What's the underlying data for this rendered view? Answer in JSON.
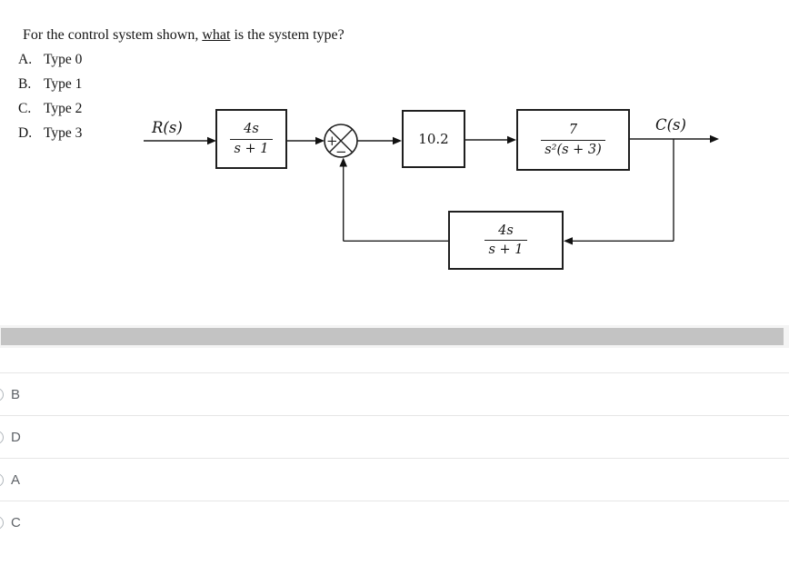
{
  "question": {
    "text_before": "For the control system shown, ",
    "text_underlined": "what",
    "text_after": " is the system type?",
    "choices": [
      {
        "letter": "A.",
        "label": "Type 0"
      },
      {
        "letter": "B.",
        "label": "Type 1"
      },
      {
        "letter": "C.",
        "label": "Type 2"
      },
      {
        "letter": "D.",
        "label": "Type 3"
      }
    ]
  },
  "diagram": {
    "input_label": "R(s)",
    "output_label": "C(s)",
    "prefilter_block": {
      "numerator": "4s",
      "denominator": "s + 1"
    },
    "gain_block_label": "10.2",
    "plant_block": {
      "numerator": "7",
      "denominator": "s²(s + 3)"
    },
    "feedback_block": {
      "numerator": "4s",
      "denominator": "s + 1"
    },
    "summing_junction": {
      "left_sign": "+",
      "bottom_sign": "−"
    }
  },
  "answer_panel": {
    "options": [
      {
        "label": "B"
      },
      {
        "label": "D"
      },
      {
        "label": "A"
      },
      {
        "label": "C"
      }
    ]
  },
  "colors": {
    "diagram_line": "#1f1f1f",
    "scrollbar_thumb": "#c3c3c3",
    "answer_text": "#5f6368",
    "row_divider": "#e6e6e6"
  }
}
